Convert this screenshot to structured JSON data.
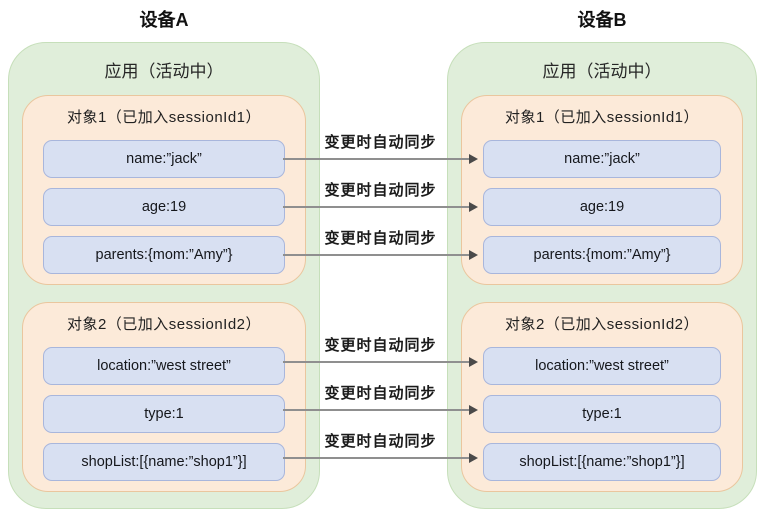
{
  "colors": {
    "device_fill": "#e0eeda",
    "device_border": "#c6dfba",
    "object_fill": "#fcead9",
    "object_border": "#eac69e",
    "field_fill": "#d8e0f2",
    "field_border": "#a8b6dc",
    "arrow_line": "#8f8f8f",
    "arrow_head": "#4a4a4a"
  },
  "devices": [
    {
      "title": "设备A",
      "app_label": "应用（活动中）",
      "objects": [
        {
          "header": "对象1（已加入sessionId1）",
          "fields": [
            "name:”jack”",
            "age:19",
            "parents:{mom:”Amy”}"
          ]
        },
        {
          "header": "对象2（已加入sessionId2）",
          "fields": [
            "location:”west street”",
            "type:1",
            "shopList:[{name:”shop1”}]"
          ]
        }
      ]
    },
    {
      "title": "设备B",
      "app_label": "应用（活动中）",
      "objects": [
        {
          "header": "对象1（已加入sessionId1）",
          "fields": [
            "name:”jack”",
            "age:19",
            "parents:{mom:”Amy”}"
          ]
        },
        {
          "header": "对象2（已加入sessionId2）",
          "fields": [
            "location:”west street”",
            "type:1",
            "shopList:[{name:”shop1”}]"
          ]
        }
      ]
    }
  ],
  "sync": {
    "label": "变更时自动同步"
  }
}
